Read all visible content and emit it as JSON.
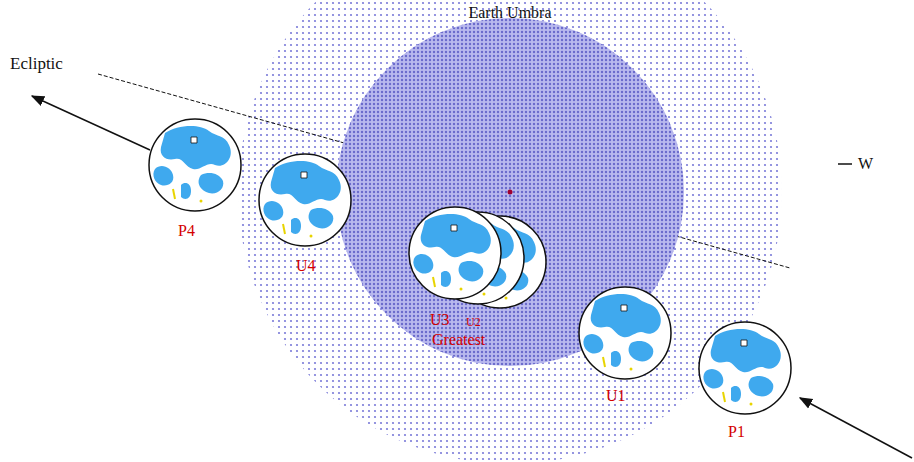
{
  "diagram": {
    "nodes": [
      {
        "text": [
          "Earth Umbra"
        ]
      }
    ],
    "labels": [
      "Ecliptic",
      "W",
      "P4",
      "U4",
      "U3",
      "U2",
      "Greatest",
      "U1",
      "P1"
    ]
  }
}
